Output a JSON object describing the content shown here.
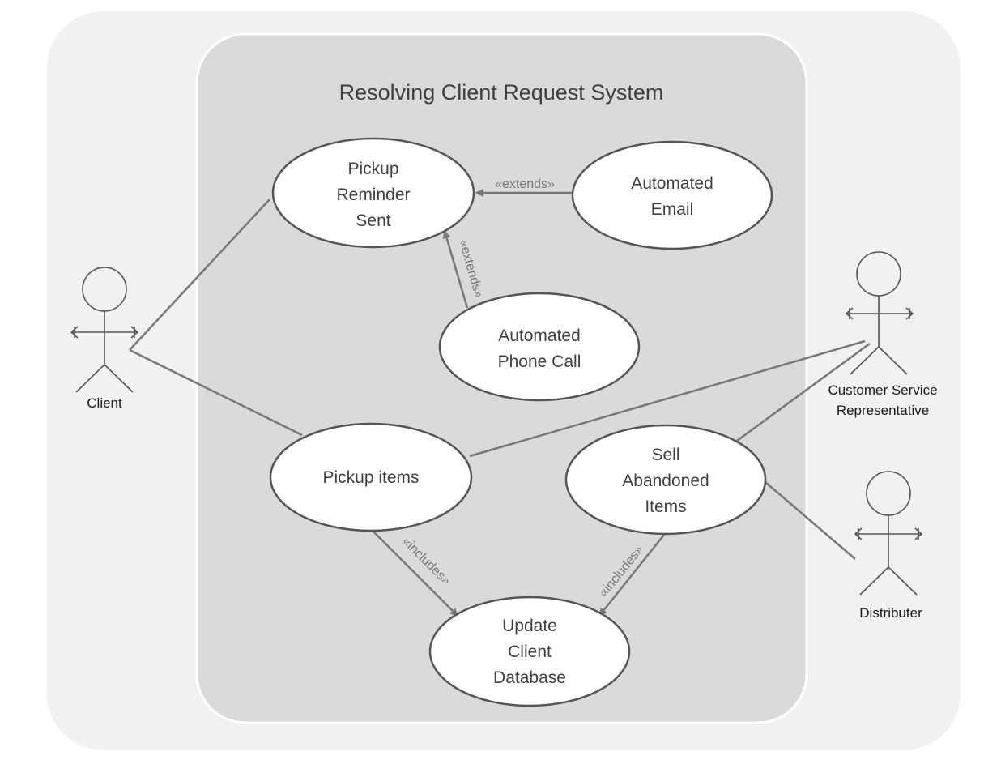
{
  "title": "Resolving Client Request System",
  "colors": {
    "outer_bg": "#f1f1f1",
    "system_bg": "#dadada",
    "system_border": "#ffffff",
    "usecase_fill": "#ffffff",
    "usecase_stroke": "#555555",
    "line": "#777777",
    "text": "#404040"
  },
  "actors": {
    "client": {
      "label": "Client"
    },
    "csr": {
      "label_line1": "Customer Service",
      "label_line2": "Representative"
    },
    "distributer": {
      "label": "Distributer"
    }
  },
  "use_cases": {
    "pickup_reminder": {
      "line1": "Pickup",
      "line2": "Reminder",
      "line3": "Sent"
    },
    "automated_email": {
      "line1": "Automated",
      "line2": "Email"
    },
    "automated_phone": {
      "line1": "Automated",
      "line2": "Phone Call"
    },
    "pickup_items": {
      "label": "Pickup items"
    },
    "sell_abandoned": {
      "line1": "Sell",
      "line2": "Abandoned",
      "line3": "Items"
    },
    "update_db": {
      "line1": "Update",
      "line2": "Client",
      "line3": "Database"
    }
  },
  "relationships": {
    "email_extends": "«extends»",
    "phone_extends": "«extends»",
    "pickup_includes": "«includes»",
    "sell_includes": "«includes»"
  }
}
